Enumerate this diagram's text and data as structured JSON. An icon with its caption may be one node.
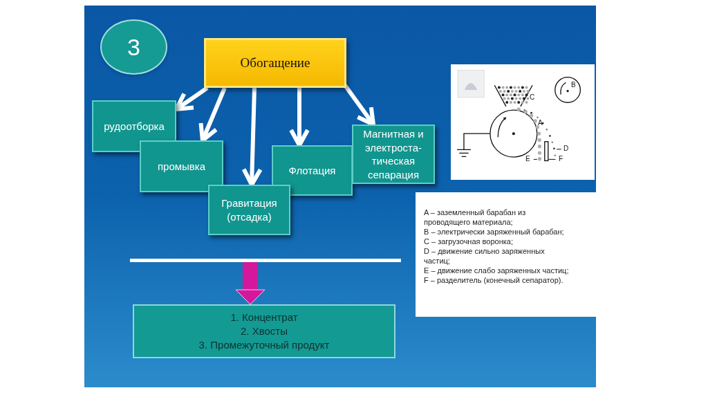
{
  "diagram": {
    "nodes": [
      {
        "text": [
          "3"
        ]
      },
      {
        "text": [
          "Обогащение"
        ]
      },
      {
        "text": [
          "рудоотборка"
        ]
      },
      {
        "text": [
          "промывка"
        ]
      },
      {
        "text": [
          "Гравитация (отсадка)"
        ]
      },
      {
        "text": [
          "Флотация"
        ]
      },
      {
        "text": [
          "Магнитная и электроста- тическая сепарация"
        ]
      },
      {
        "text": [
          "1. Концентрат",
          "2. Хвосты",
          "3. Промежуточный продукт"
        ]
      }
    ],
    "edges": [
      {
        "from": 1,
        "to": 2,
        "arrow": "to"
      },
      {
        "from": 1,
        "to": 3,
        "arrow": "to"
      },
      {
        "from": 1,
        "to": 4,
        "arrow": "to"
      },
      {
        "from": 1,
        "to": 5,
        "arrow": "to"
      },
      {
        "from": 1,
        "to": 6,
        "arrow": "to"
      },
      {
        "from": null,
        "to": 7,
        "arrow": "to",
        "style": "thick",
        "color": "#d4189c"
      }
    ],
    "labels": [
      "B",
      "C",
      "A",
      "D",
      "E",
      "F",
      "A – заземленный барабан из проводящего материала;",
      "B – электрически заряженный барабан;",
      "C – загрузочная воронка;",
      "D – движение сильно заряженных частиц;",
      "E – движение слабо заряженных частиц;",
      "F – разделитель (конечный сепаратор)."
    ]
  }
}
